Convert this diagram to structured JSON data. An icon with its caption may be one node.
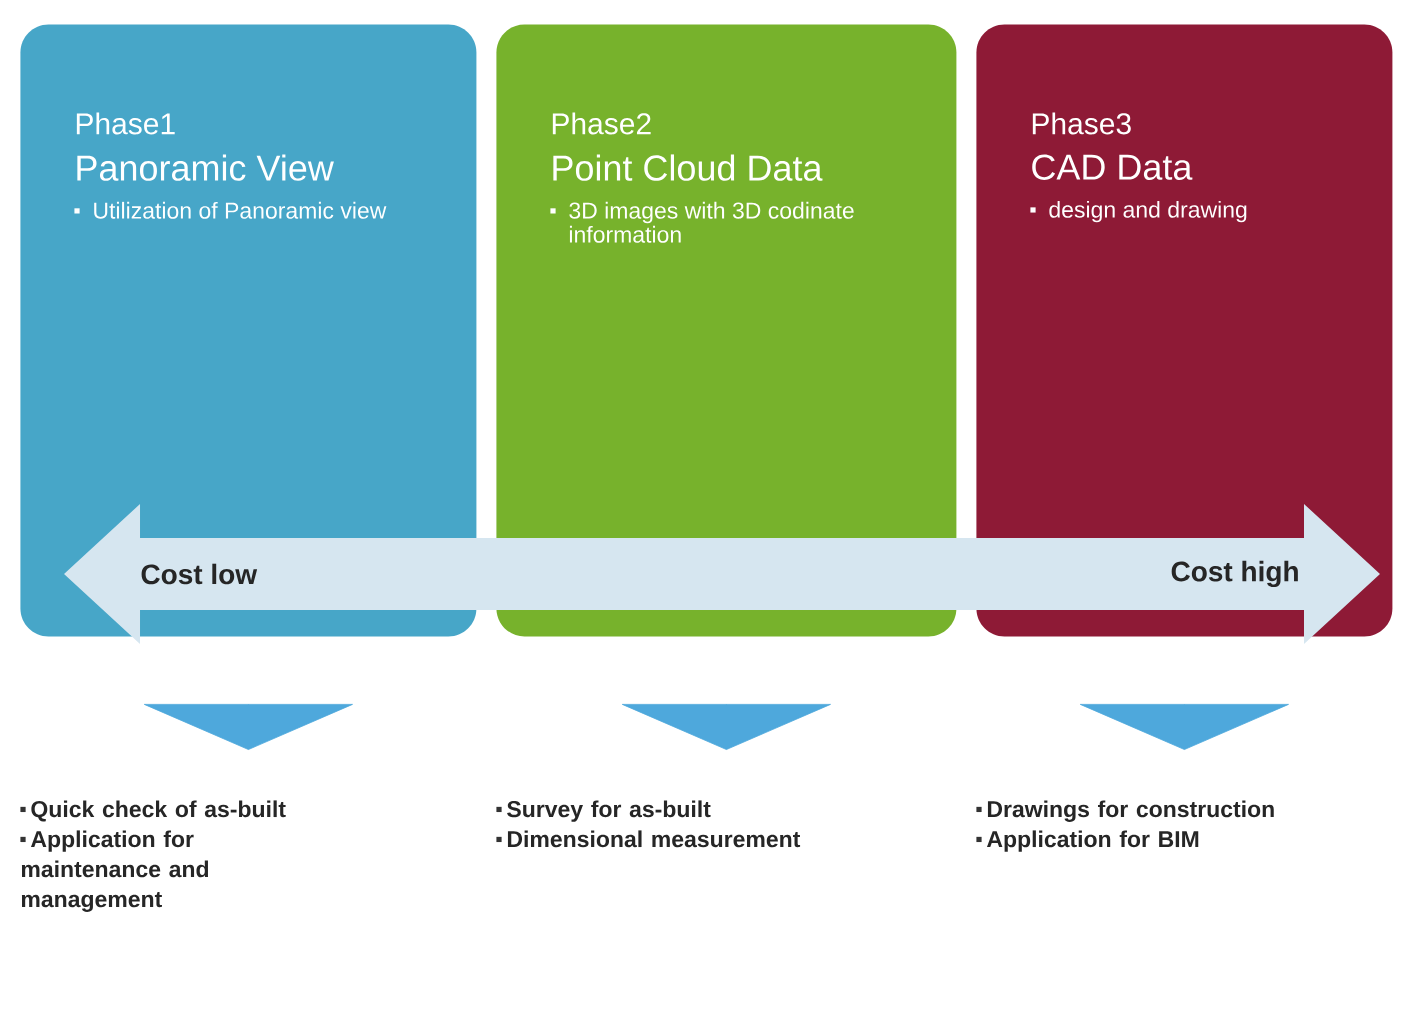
{
  "diagram": {
    "nodes": [
      {
        "text": [
          "Phase1",
          "Panoramic View",
          "Utilization of Panoramic view"
        ]
      },
      {
        "text": [
          "Phase2",
          "Point Cloud Data",
          "3D images with 3D codinate information"
        ]
      },
      {
        "text": [
          "Phase3",
          "CAD Data",
          "design and drawing"
        ]
      },
      {
        "text": [
          "Quick check of as-built",
          "Application for maintenance and management"
        ]
      },
      {
        "text": [
          "Survey for as-built",
          "Dimensional measurement"
        ]
      },
      {
        "text": [
          "Drawings for construction",
          "Application for BIM"
        ]
      }
    ],
    "edges": [
      {
        "from": 0,
        "to": 3,
        "arrow": "to"
      },
      {
        "from": 1,
        "to": 4,
        "arrow": "to"
      },
      {
        "from": 2,
        "to": 5,
        "arrow": "to"
      }
    ],
    "labels": [
      "Cost low",
      "Cost high"
    ]
  }
}
